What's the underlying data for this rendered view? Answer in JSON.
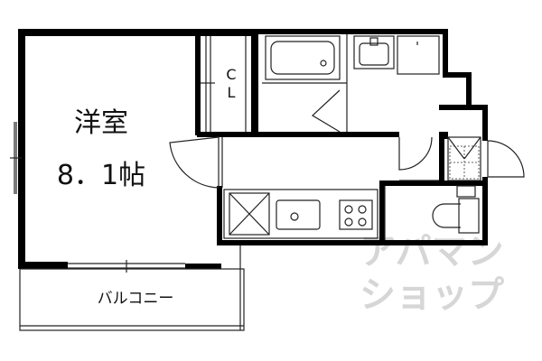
{
  "rooms": {
    "western_room": {
      "name": "洋室",
      "size": "8．1帖"
    },
    "closet": {
      "line1": "C",
      "line2": "L"
    },
    "balcony": {
      "name": "バルコニー"
    }
  },
  "watermark": {
    "line1": "アパマン",
    "line2": "ショップ"
  },
  "colors": {
    "wall": "#000000",
    "line": "#222222",
    "watermark": "#d6d6d6",
    "background": "#ffffff"
  }
}
